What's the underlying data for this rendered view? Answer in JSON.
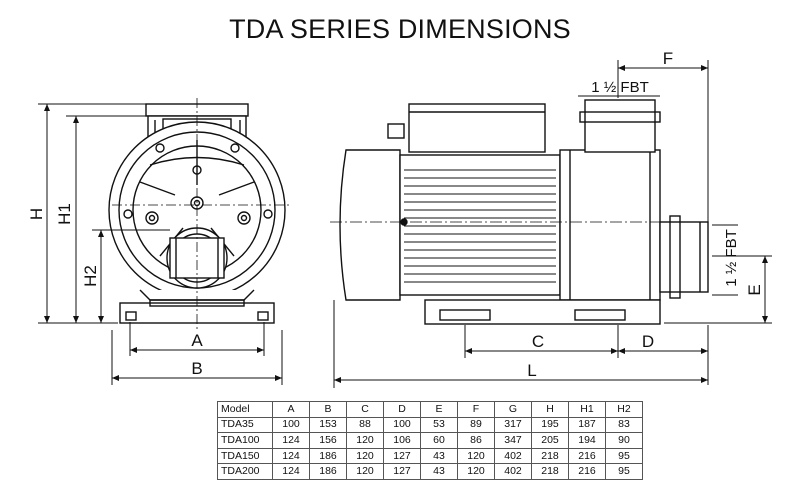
{
  "title": "TDA SERIES DIMENSIONS",
  "labels": {
    "A": "A",
    "B": "B",
    "C": "C",
    "D": "D",
    "E": "E",
    "F": "F",
    "H": "H",
    "H1": "H1",
    "H2": "H2",
    "L": "L",
    "fbt_top": "1 ½ FBT",
    "fbt_side": "1 ½ FBT"
  },
  "table": {
    "headers": [
      "Model",
      "A",
      "B",
      "C",
      "D",
      "E",
      "F",
      "G",
      "H",
      "H1",
      "H2"
    ],
    "rows": [
      [
        "TDA35",
        "100",
        "153",
        "88",
        "100",
        "53",
        "89",
        "317",
        "195",
        "187",
        "83"
      ],
      [
        "TDA100",
        "124",
        "156",
        "120",
        "106",
        "60",
        "86",
        "347",
        "205",
        "194",
        "90"
      ],
      [
        "TDA150",
        "124",
        "186",
        "120",
        "127",
        "43",
        "120",
        "402",
        "218",
        "216",
        "95"
      ],
      [
        "TDA200",
        "124",
        "186",
        "120",
        "127",
        "43",
        "120",
        "402",
        "218",
        "216",
        "95"
      ]
    ]
  }
}
